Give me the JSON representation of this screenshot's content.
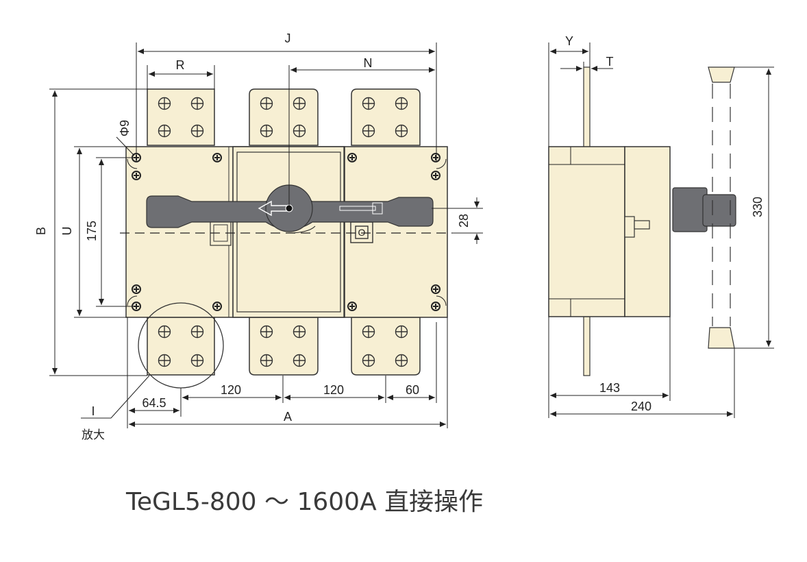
{
  "dimensions": {
    "J": "J",
    "R": "R",
    "N": "N",
    "phi": "Φ9",
    "B": "B",
    "U": "U",
    "d175": "175",
    "d28": "28",
    "d120a": "120",
    "d120b": "120",
    "d60": "60",
    "d64_5": "64.5",
    "A": "A",
    "I": "I",
    "Y": "Y",
    "T": "T",
    "d143": "143",
    "d240": "240",
    "d330": "330"
  },
  "labels": {
    "enlarge": "放大"
  },
  "caption": "TeGL5-800 ～ 1600A 直接操作",
  "colors": {
    "body": "#f7efd3",
    "handle": "#6e6f73",
    "line": "#222222"
  }
}
